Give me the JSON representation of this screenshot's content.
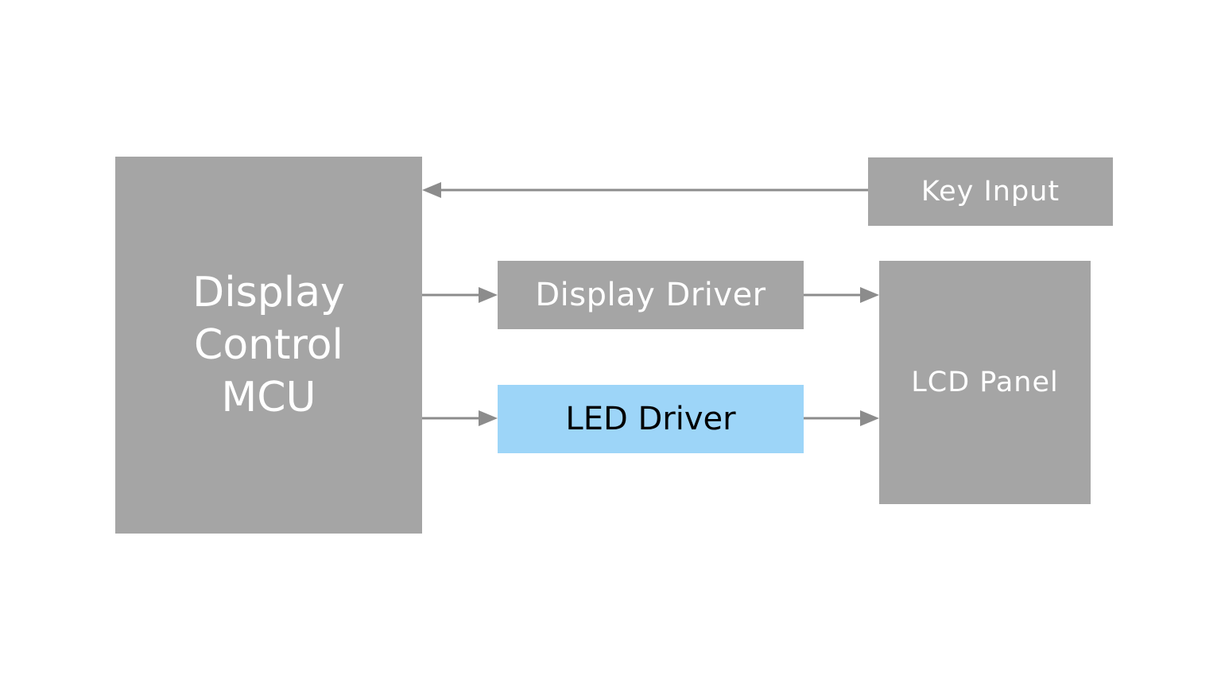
{
  "diagram": {
    "colors": {
      "block_gray": "#a5a5a5",
      "block_highlight": "#9dd5f8",
      "arrow": "#8c8c8c"
    },
    "mcu": {
      "line1": "Display",
      "line2": "Control",
      "line3": "MCU"
    },
    "key_input": {
      "label": "Key Input"
    },
    "display_driver": {
      "label": "Display Driver"
    },
    "led_driver": {
      "label": "LED Driver"
    },
    "lcd_panel": {
      "label": "LCD Panel"
    },
    "connections": [
      {
        "from": "Key Input",
        "to": "Display Control MCU"
      },
      {
        "from": "Display Control MCU",
        "to": "Display Driver"
      },
      {
        "from": "Display Control MCU",
        "to": "LED Driver"
      },
      {
        "from": "Display Driver",
        "to": "LCD Panel"
      },
      {
        "from": "LED Driver",
        "to": "LCD Panel"
      }
    ]
  }
}
